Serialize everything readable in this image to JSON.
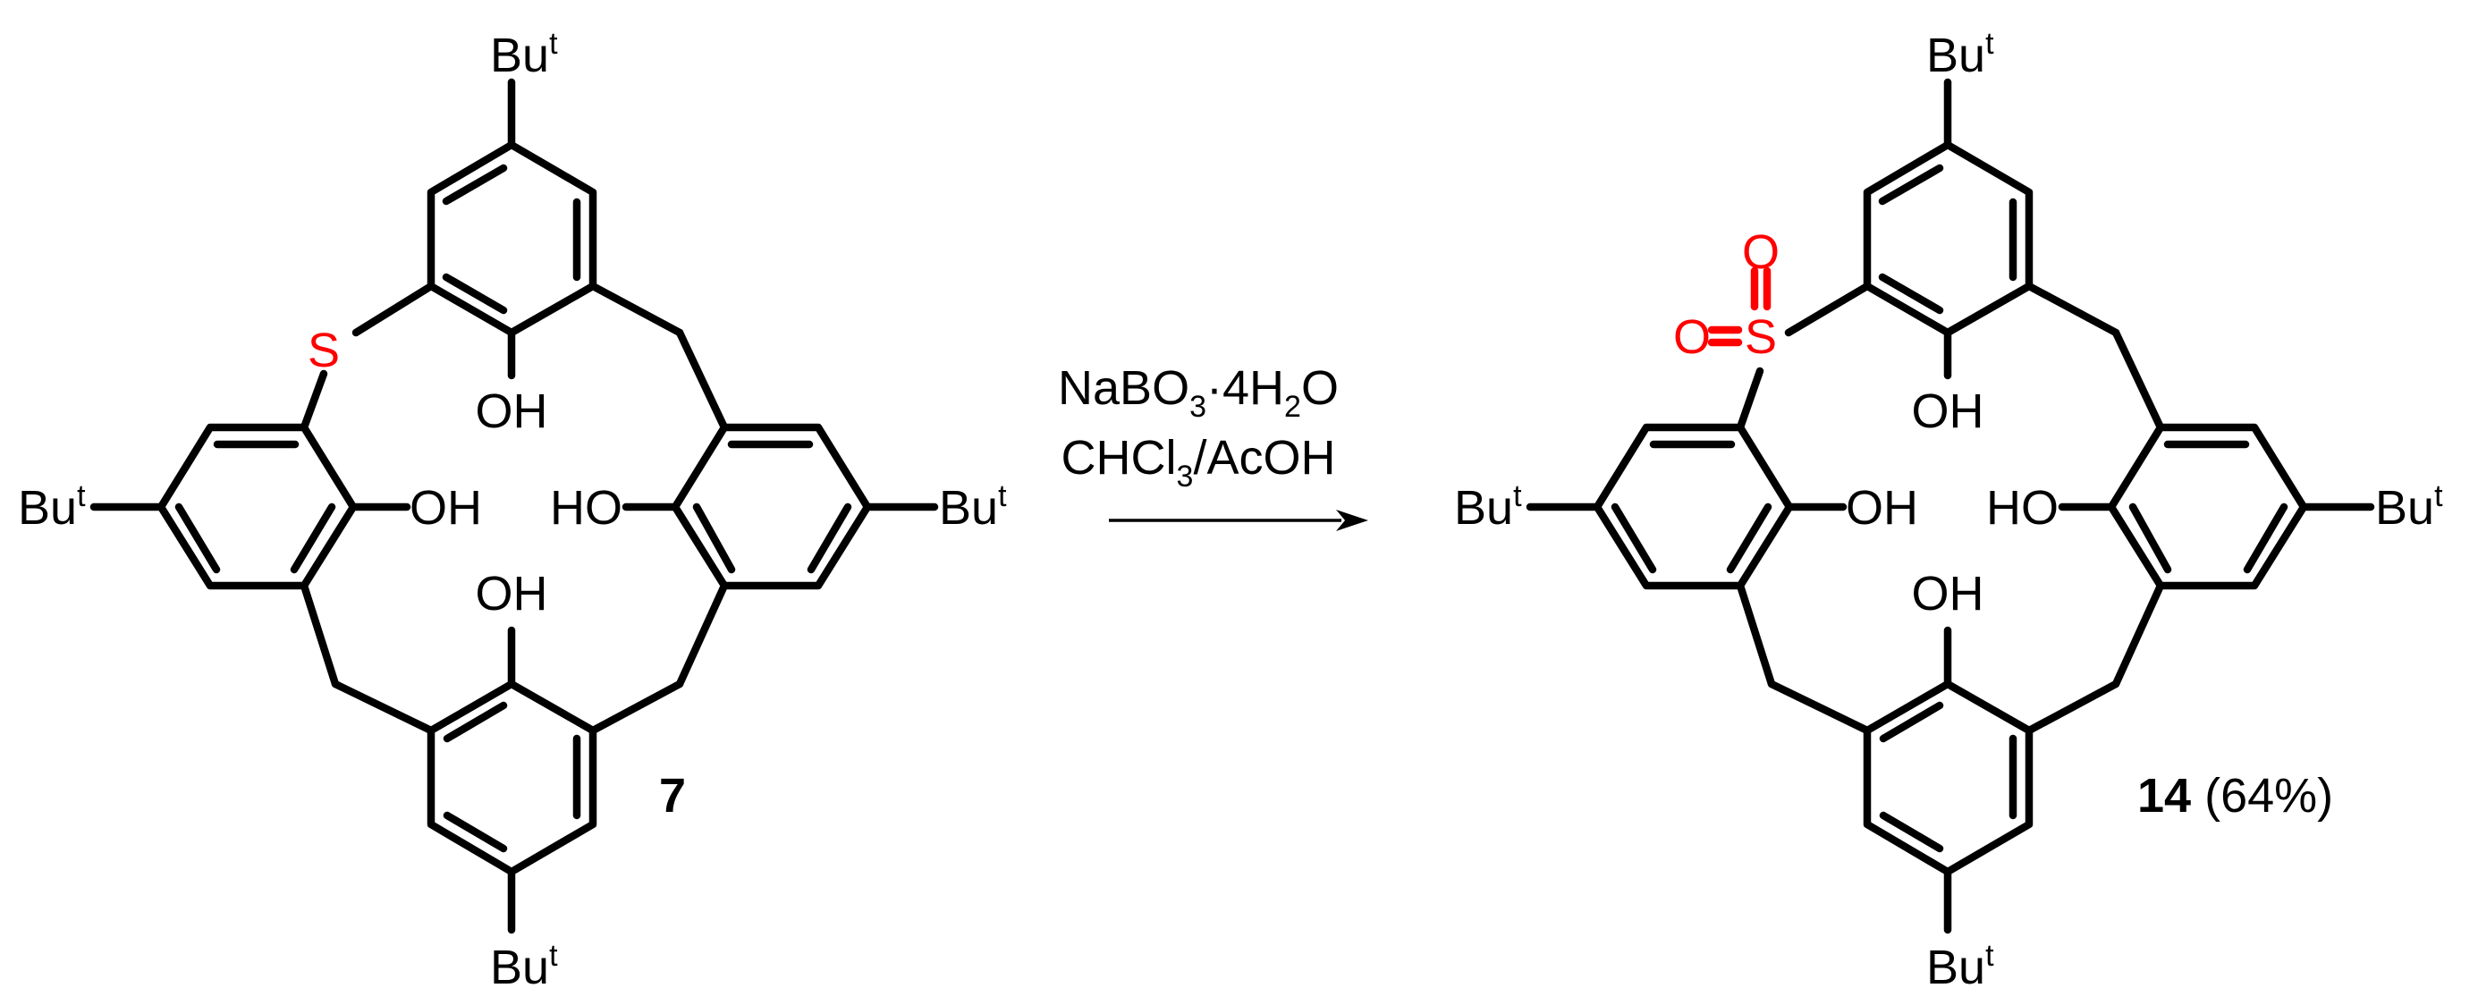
{
  "scheme": {
    "reactant": {
      "compound_number": "7",
      "bridge_atom": "S",
      "substituents": {
        "tbu_main": "Bu",
        "tbu_sup": "t"
      },
      "hydroxyl": {
        "oh": "OH",
        "ho": "HO"
      }
    },
    "reagents": {
      "line1": {
        "a": "NaBO",
        "a_sub": "3",
        "b": "·4H",
        "b_sub": "2",
        "c": "O"
      },
      "line2": {
        "a": "CHCl",
        "a_sub": "3",
        "b": "/AcOH"
      }
    },
    "product": {
      "compound_number": "14",
      "yield": "(64%)",
      "bridge_atom": "S",
      "oxo_atom": "O",
      "substituents": {
        "tbu_main": "Bu",
        "tbu_sup": "t"
      },
      "hydroxyl": {
        "oh": "OH",
        "ho": "HO"
      }
    }
  },
  "colors": {
    "heteroatom": "#ff0000",
    "bond": "#000000",
    "background": "#ffffff"
  }
}
